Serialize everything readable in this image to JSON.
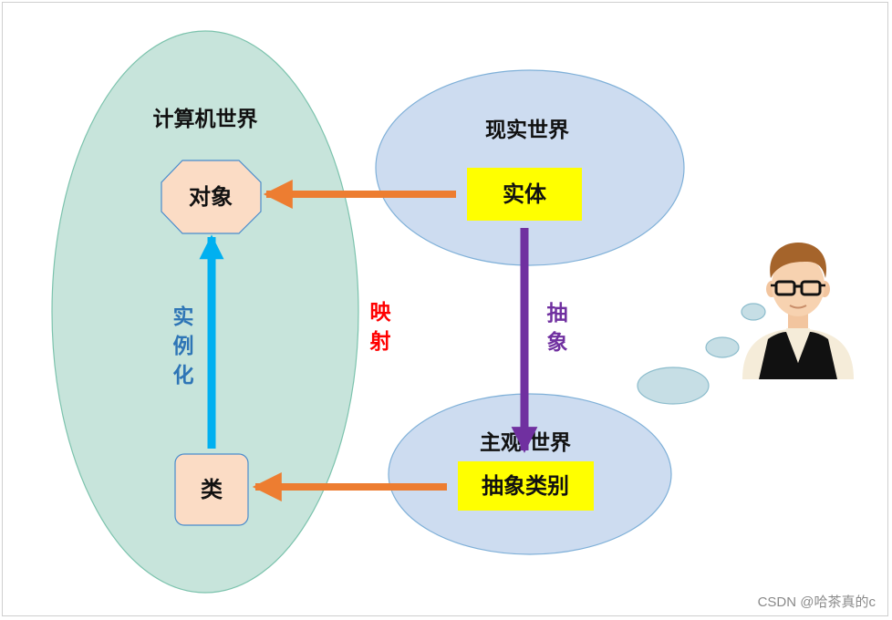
{
  "computer_world": {
    "title": "计算机世界",
    "object": "对象",
    "class": "类",
    "instantiate": "实例化"
  },
  "real_world": {
    "title": "现实世界",
    "entity": "实体"
  },
  "subjective_world": {
    "title": "主观 世界",
    "abstract_class": "抽象类别"
  },
  "labels": {
    "mapping": "映射",
    "abstract": "抽象"
  },
  "watermark": "CSDN @哈茶真的c",
  "colors": {
    "computer_world_fill": "#c7e4db",
    "world_ellipse_fill": "#cddcf0",
    "node_fill": "#fbdcc5",
    "highlight_fill": "#ffff00",
    "map_arrow": "#ed7d31",
    "instantiate_arrow": "#00b0f0",
    "abstract_arrow": "#7030a0",
    "mapping_text": "#ff0000",
    "instantiate_text": "#2e75b6",
    "abstract_text": "#7030a0"
  },
  "icons": {
    "person": "person-with-glasses-icon",
    "thought": "thought-bubble-icon"
  }
}
